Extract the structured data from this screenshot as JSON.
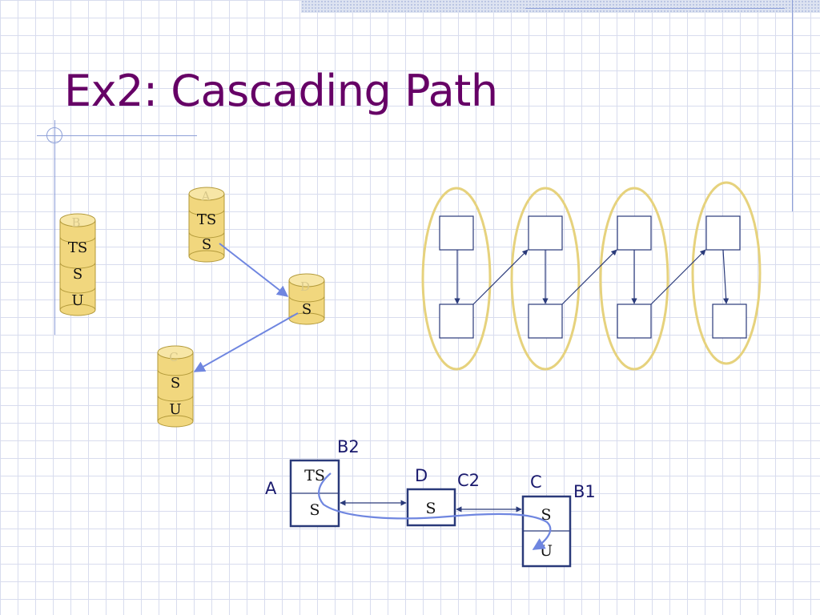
{
  "slide": {
    "title": "Ex2: Cascading Path"
  },
  "stacks": {
    "b": {
      "labels": [
        "B",
        "TS",
        "S",
        "U"
      ]
    },
    "a": {
      "labels": [
        "A",
        "TS",
        "S"
      ]
    },
    "d": {
      "labels": [
        "D",
        "S"
      ]
    },
    "c": {
      "labels": [
        "C",
        "S",
        "U"
      ]
    }
  },
  "bottom": {
    "box_a": {
      "name": "A",
      "cells": [
        "TS",
        "S"
      ],
      "tag": "B2"
    },
    "box_d": {
      "name": "D",
      "cells": [
        "S"
      ],
      "tag": "C2"
    },
    "box_c": {
      "name": "C",
      "cells": [
        "S",
        "U"
      ],
      "tag": "B1"
    }
  },
  "colors": {
    "title": "#660066",
    "cylinder_fill": "#f1d77e",
    "cylinder_top": "#f7e6a6",
    "arrow_blue": "#6f86e0",
    "ellipse": "#e6d27d",
    "box_stroke": "#2a3a7a"
  }
}
